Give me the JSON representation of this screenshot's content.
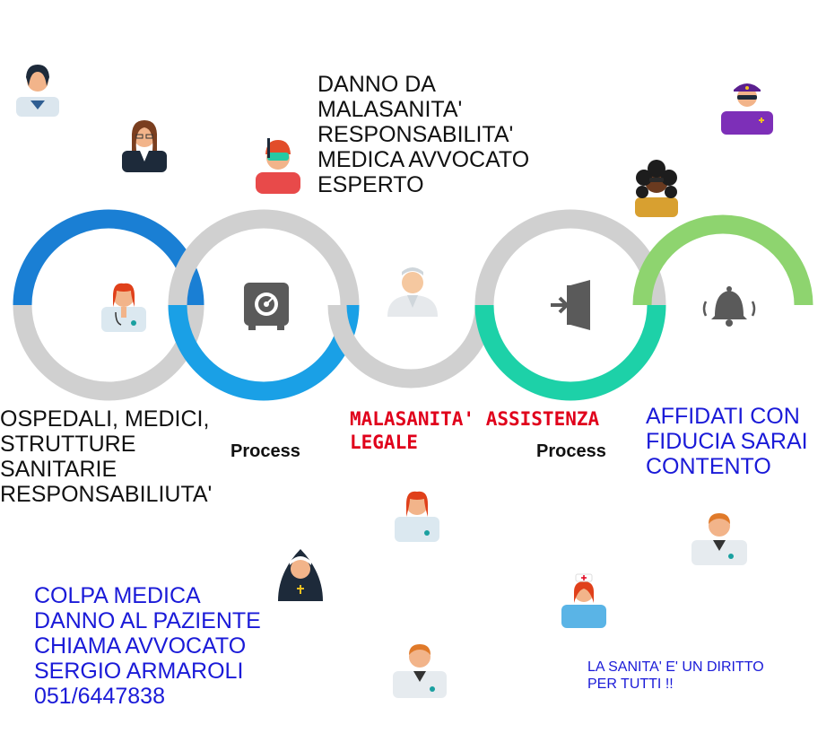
{
  "headline": [
    "DANNO DA",
    "MALASANITA'",
    "RESPONSABILITA'",
    "MEDICA AVVOCATO",
    "ESPERTO"
  ],
  "left_text": [
    "OSPEDALI, MEDICI,",
    "STRUTTURE",
    "SANITARIE",
    "RESPONSABILIUTA'"
  ],
  "center_text": [
    "MALASANITA' ASSISTENZA",
    "LEGALE"
  ],
  "right_text": [
    "AFFIDATI CON",
    "FIDUCIA SARAI",
    "CONTENTO"
  ],
  "contact_text": [
    "COLPA MEDICA",
    "DANNO AL PAZIENTE",
    "CHIAMA AVVOCATO",
    "SERGIO ARMAROLI",
    "051/6447838"
  ],
  "footer_text": [
    "LA SANITA' E' UN DIRITTO",
    "PER TUTTI !!"
  ],
  "process_labels": [
    "Process",
    "Process"
  ],
  "rings": [
    {
      "color": "#1a7fd4",
      "half": "top",
      "icon": "doctor-female-icon"
    },
    {
      "color": "#1aa0e6",
      "half": "bottom",
      "icon": "safe-icon"
    },
    {
      "color": "#cccccc",
      "half": "none",
      "icon": "nurse-icon"
    },
    {
      "color": "#1dd1a8",
      "half": "bottom",
      "icon": "exit-door-icon"
    },
    {
      "color": "#8ed46f",
      "half": "top",
      "icon": "alarm-bell-icon"
    }
  ],
  "colors": {
    "grey_ring": "#d0d0d0",
    "red_text": "#e0001b",
    "blue_text": "#1a1ad8"
  }
}
